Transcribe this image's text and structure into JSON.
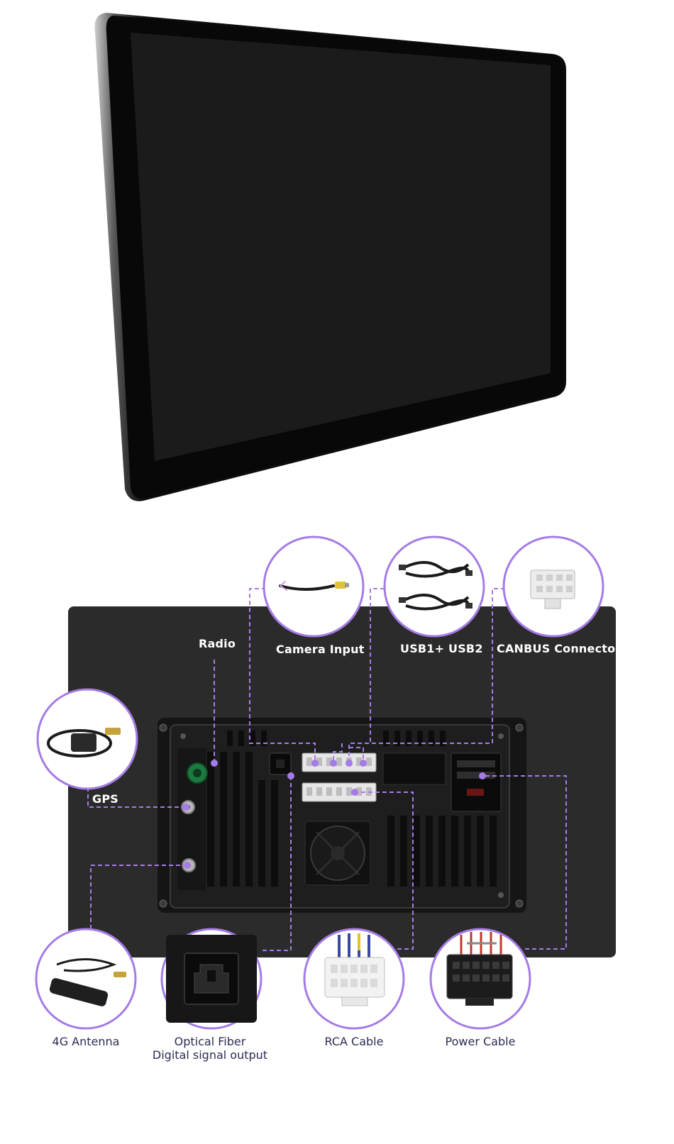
{
  "colors": {
    "accent": "#a57be6",
    "panel": "#2b2b2b",
    "screen": "#1b1b1b",
    "label_dark": "#2a2d52"
  },
  "icons": [
    "gps-antenna-icon",
    "camera-cable-icon",
    "usb-cable-icon",
    "canbus-connector-icon",
    "4g-antenna-icon",
    "optical-port-icon",
    "rca-connector-icon",
    "power-connector-icon"
  ],
  "callouts_top": {
    "radio": "Radio",
    "camera_input": "Camera Input",
    "usb": "USB1+ USB2",
    "canbus": "CANBUS Connector",
    "gps": "GPS"
  },
  "callouts_bottom": {
    "antenna_4g": "4G Antenna",
    "optical_line1": "Optical Fiber",
    "optical_line2": "Digital signal output",
    "rca": "RCA Cable",
    "power": "Power Cable"
  }
}
